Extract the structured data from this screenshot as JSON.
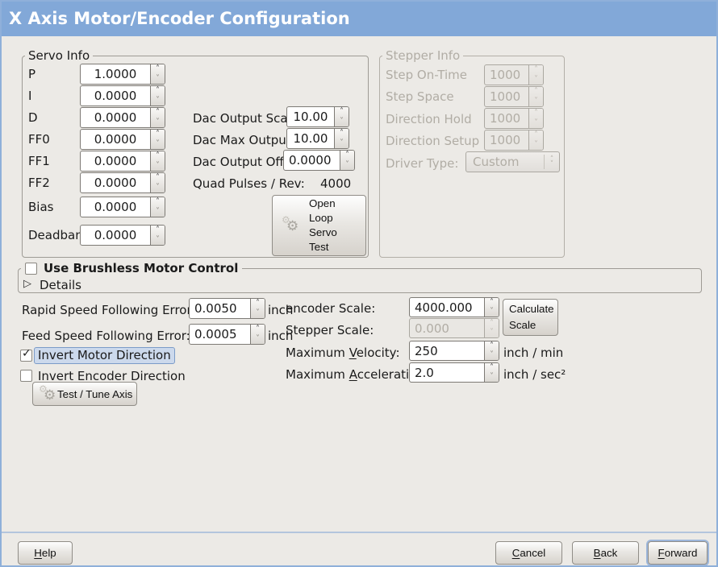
{
  "icons": {
    "spin_up": "˄",
    "spin_down": "˅",
    "check": "✓",
    "expander": "▷",
    "gear": "⚙"
  },
  "colors": {
    "titlebar": "#82a8d8",
    "window_bg": "#eceae6",
    "focus_highlight_bg": "#ccd9ec",
    "focus_highlight_border": "#7b9bc8"
  },
  "window": {
    "title": "X Axis Motor/Encoder Configuration"
  },
  "servo_info": {
    "title": "Servo Info",
    "params": [
      {
        "label": "P",
        "value": "1.0000"
      },
      {
        "label": "I",
        "value": "0.0000"
      },
      {
        "label": "D",
        "value": "0.0000"
      },
      {
        "label": "FF0",
        "value": "0.0000"
      },
      {
        "label": "FF1",
        "value": "0.0000"
      },
      {
        "label": "FF2",
        "value": "0.0000"
      },
      {
        "label": "Bias",
        "value": "0.0000"
      },
      {
        "label": "Deadband",
        "value": "0.0000"
      }
    ],
    "dac": [
      {
        "label": "Dac Output Scale:",
        "value": "10.00"
      },
      {
        "label": "Dac Max Output:",
        "value": "10.00"
      },
      {
        "label": "Dac Output Offset:",
        "value": "0.0000"
      }
    ],
    "quad_label": "Quad Pulses / Rev:",
    "quad_value": "4000",
    "open_loop_button": "Open\nLoop\nServo\nTest"
  },
  "stepper_info": {
    "title": "Stepper Info",
    "params": [
      {
        "label": "Step On-Time",
        "value": "1000"
      },
      {
        "label": "Step Space",
        "value": "1000"
      },
      {
        "label": "Direction Hold",
        "value": "1000"
      },
      {
        "label": "Direction Setup",
        "value": "1000"
      }
    ],
    "driver_type_label": "Driver Type:",
    "driver_type_value": "Custom"
  },
  "brushless": {
    "checkbox_label": "Use Brushless Motor Control",
    "checked": false,
    "details_label": "Details"
  },
  "following_error": {
    "rapid_label": "Rapid Speed Following Error:",
    "rapid_value": "0.0050",
    "rapid_unit": "inch",
    "feed_label": "Feed Speed Following Error:",
    "feed_value": "0.0005",
    "feed_unit": "inch"
  },
  "scales": {
    "encoder_label": "encoder Scale:",
    "encoder_value": "4000.000",
    "calculate_button": "Calculate\nScale",
    "stepper_label": "Stepper Scale:",
    "stepper_value": "0.000",
    "velocity_label": {
      "pre": "Maximum ",
      "mn": "V",
      "post": "elocity:"
    },
    "velocity_value": "250",
    "velocity_unit": "inch / min",
    "accel_label": {
      "pre": "Maximum ",
      "mn": "A",
      "post": "cceleration:"
    },
    "accel_value": "2.0",
    "accel_unit": "inch / sec²"
  },
  "direction": {
    "invert_motor_label": "Invert Motor Direction",
    "invert_motor_checked": true,
    "invert_encoder_label": "Invert Encoder Direction",
    "invert_encoder_checked": false,
    "test_tune_button": "Test / Tune Axis"
  },
  "footer": {
    "help": {
      "mn": "H",
      "post": "elp"
    },
    "cancel": {
      "mn": "C",
      "post": "ancel"
    },
    "back": {
      "mn": "B",
      "post": "ack"
    },
    "forward": {
      "mn": "F",
      "post": "orward"
    }
  }
}
